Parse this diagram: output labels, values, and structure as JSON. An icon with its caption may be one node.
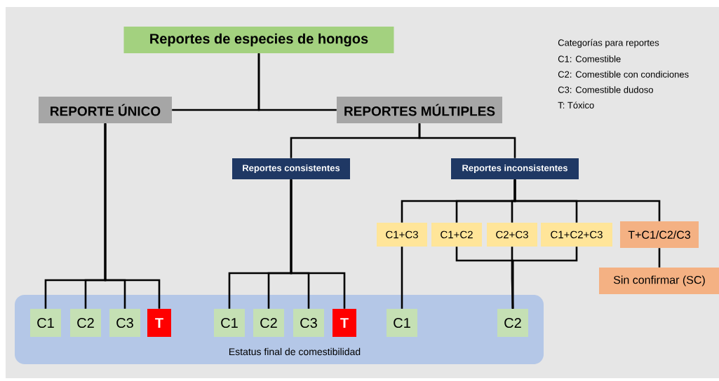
{
  "diagram": {
    "nodes": [
      {
        "text": [
          "Reportes de especies de hongos"
        ]
      },
      {
        "text": [
          "REPORTE ÚNICO"
        ]
      },
      {
        "text": [
          "REPORTES MÚLTIPLES"
        ]
      },
      {
        "text": [
          "Reportes consistentes"
        ]
      },
      {
        "text": [
          "Reportes inconsistentes"
        ]
      },
      {
        "text": [
          "C1+C3"
        ]
      },
      {
        "text": [
          "C1+C2"
        ]
      },
      {
        "text": [
          "C2+C3"
        ]
      },
      {
        "text": [
          "C1+C2+C3"
        ]
      },
      {
        "text": [
          "T+C1/C2/C3"
        ]
      },
      {
        "text": [
          "Sin confirmar (SC)"
        ]
      },
      {
        "text": [
          "Estatus final de comestibilidad"
        ]
      },
      {
        "text": [
          "C1"
        ],
        "in": 11
      },
      {
        "text": [
          "C2"
        ],
        "in": 11
      },
      {
        "text": [
          "C3"
        ],
        "in": 11
      },
      {
        "text": [
          "T"
        ],
        "in": 11
      },
      {
        "text": [
          "C1"
        ],
        "in": 11
      },
      {
        "text": [
          "C2"
        ],
        "in": 11
      },
      {
        "text": [
          "C3"
        ],
        "in": 11
      },
      {
        "text": [
          "T"
        ],
        "in": 11
      },
      {
        "text": [
          "C1"
        ],
        "in": 11
      },
      {
        "text": [
          "C2"
        ],
        "in": 11
      }
    ],
    "edges": [
      {
        "from": 0,
        "to": 1,
        "arrow": "none"
      },
      {
        "from": 0,
        "to": 2,
        "arrow": "none"
      },
      {
        "from": 1,
        "to": 12,
        "arrow": "none"
      },
      {
        "from": 1,
        "to": 13,
        "arrow": "none"
      },
      {
        "from": 1,
        "to": 14,
        "arrow": "none"
      },
      {
        "from": 1,
        "to": 15,
        "arrow": "none"
      },
      {
        "from": 2,
        "to": 3,
        "arrow": "none"
      },
      {
        "from": 2,
        "to": 4,
        "arrow": "none"
      },
      {
        "from": 3,
        "to": 16,
        "arrow": "none"
      },
      {
        "from": 3,
        "to": 17,
        "arrow": "none"
      },
      {
        "from": 3,
        "to": 18,
        "arrow": "none"
      },
      {
        "from": 3,
        "to": 19,
        "arrow": "none"
      },
      {
        "from": 4,
        "to": 5,
        "arrow": "none"
      },
      {
        "from": 4,
        "to": 6,
        "arrow": "none"
      },
      {
        "from": 4,
        "to": 7,
        "arrow": "none"
      },
      {
        "from": 4,
        "to": 8,
        "arrow": "none"
      },
      {
        "from": 4,
        "to": 9,
        "arrow": "none"
      },
      {
        "from": 5,
        "to": 20,
        "arrow": "none"
      },
      {
        "from": 6,
        "to": 21,
        "arrow": "none"
      },
      {
        "from": 7,
        "to": 21,
        "arrow": "none"
      },
      {
        "from": 8,
        "to": 21,
        "arrow": "none"
      },
      {
        "from": 9,
        "to": 10,
        "arrow": "none"
      }
    ],
    "labels": [
      "Categorías para reportes",
      "C1: Comestible",
      "C2: Comestible con condiciones",
      "C3: Comestible dudoso",
      "T: Tóxico"
    ]
  }
}
